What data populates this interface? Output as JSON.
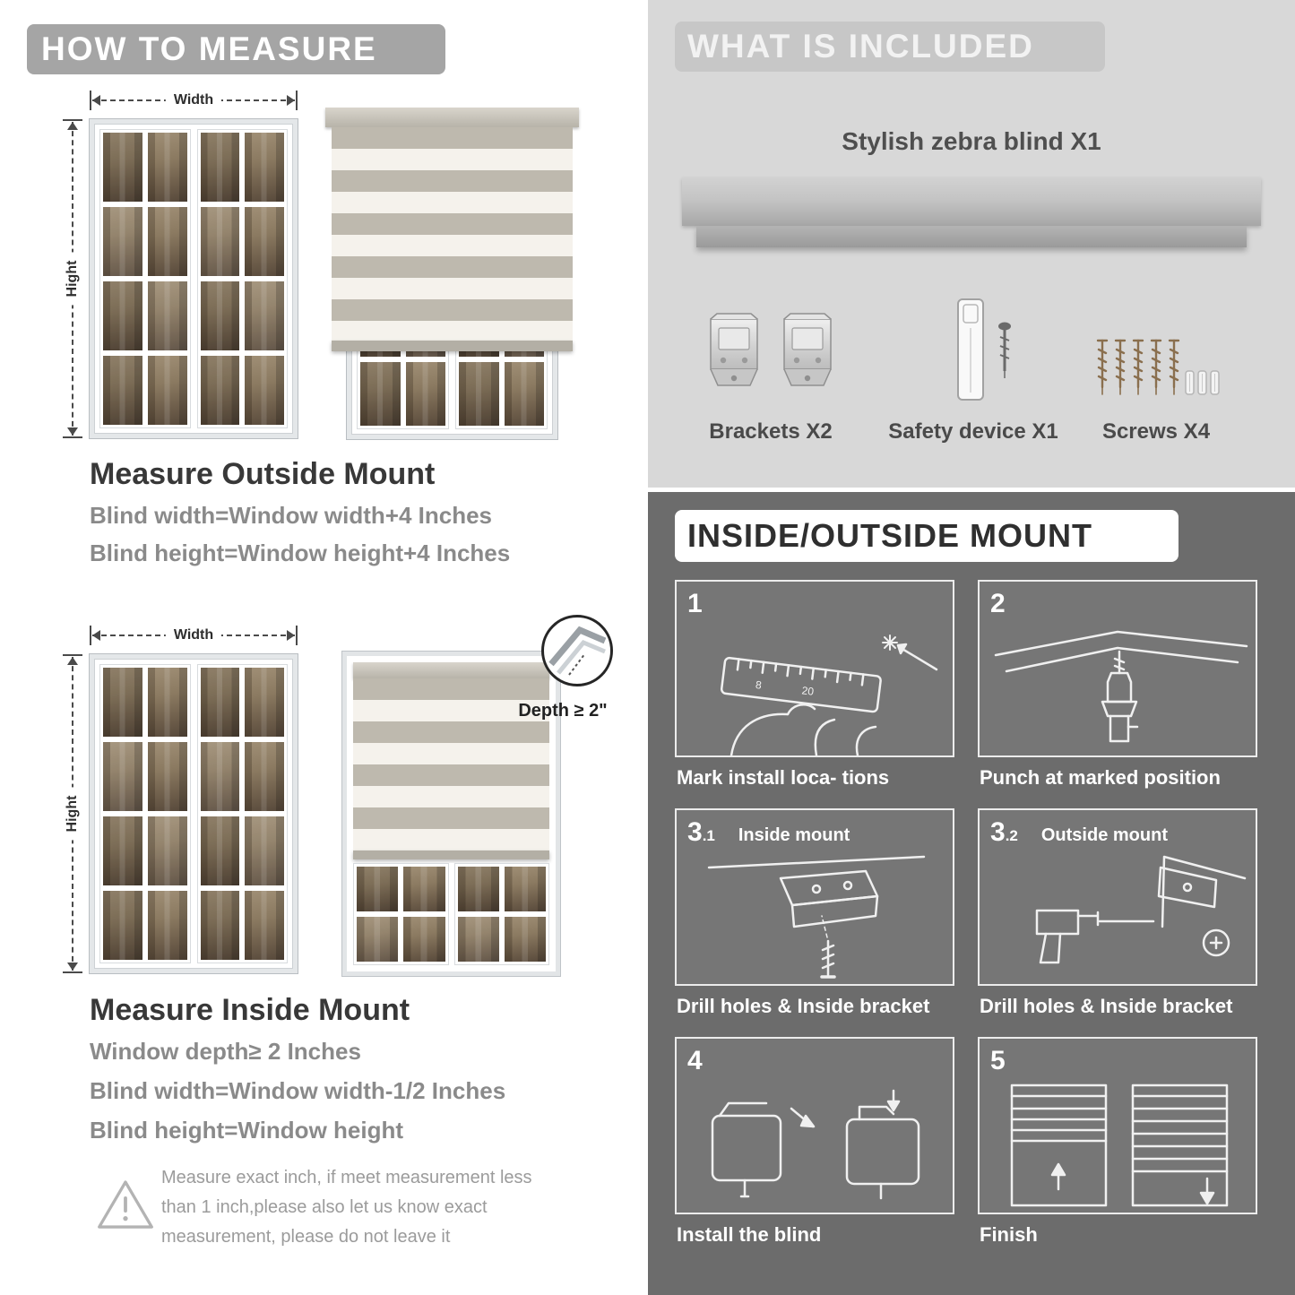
{
  "colors": {
    "banner_gray": "#a5a5a5",
    "panel_light": "#d8d8d8",
    "panel_dark": "#6c6c6c",
    "text_dark": "#3a3a3a",
    "text_gray": "#8a8a8a"
  },
  "left": {
    "banner": "HOW TO MEASURE",
    "outside": {
      "width_label": "Width",
      "height_label": "Hight",
      "title": "Measure Outside Mount",
      "lines": [
        "Blind width=Window width+4 Inches",
        "Blind height=Window height+4 Inches"
      ]
    },
    "inside": {
      "width_label": "Width",
      "height_label": "Hight",
      "depth_label": "Depth ≥ 2\"",
      "title": "Measure Inside Mount",
      "lines": [
        "Window depth≥ 2 Inches",
        "Blind width=Window width-1/2 Inches",
        "Blind height=Window height"
      ]
    },
    "note": "Measure exact inch, if meet measurement less than 1 inch,please also let us know exact measurement, please do not leave it"
  },
  "right": {
    "included": {
      "banner": "WHAT IS INCLUDED",
      "product": "Stylish zebra blind X1",
      "items": [
        "Brackets X2",
        "Safety device X1",
        "Screws X4"
      ]
    },
    "mount": {
      "banner": "INSIDE/OUTSIDE MOUNT",
      "steps": [
        {
          "num": "1",
          "sub": "",
          "title": "",
          "caption": "Mark install loca- tions"
        },
        {
          "num": "2",
          "sub": "",
          "title": "",
          "caption": "Punch at marked position"
        },
        {
          "num": "3",
          "sub": ".1",
          "title": "Inside mount",
          "caption": "Drill holes & Inside bracket"
        },
        {
          "num": "3",
          "sub": ".2",
          "title": "Outside mount",
          "caption": "Drill holes & Inside bracket"
        },
        {
          "num": "4",
          "sub": "",
          "title": "",
          "caption": "Install the blind"
        },
        {
          "num": "5",
          "sub": "",
          "title": "",
          "caption": "Finish"
        }
      ]
    }
  }
}
